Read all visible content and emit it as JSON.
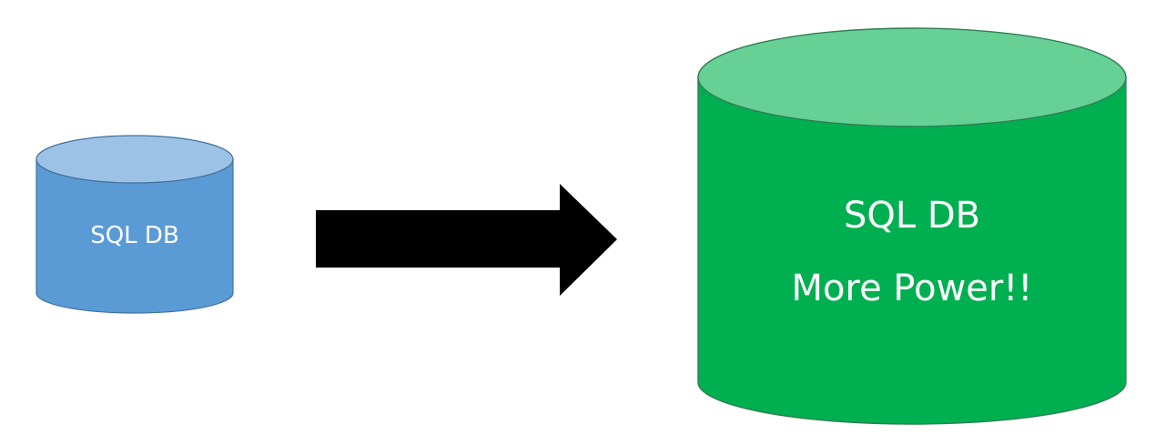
{
  "small_db": {
    "label": "SQL DB",
    "body_color": "#5b9bd5",
    "top_color": "#9cc2e5",
    "stroke_color": "#41719c"
  },
  "arrow": {
    "icon": "right-arrow-icon",
    "color": "#000000"
  },
  "large_db": {
    "label_line1": "SQL DB",
    "label_line2": "More Power!!",
    "body_color": "#00b050",
    "top_color": "#66d095",
    "stroke_color": "#2f7d54"
  }
}
